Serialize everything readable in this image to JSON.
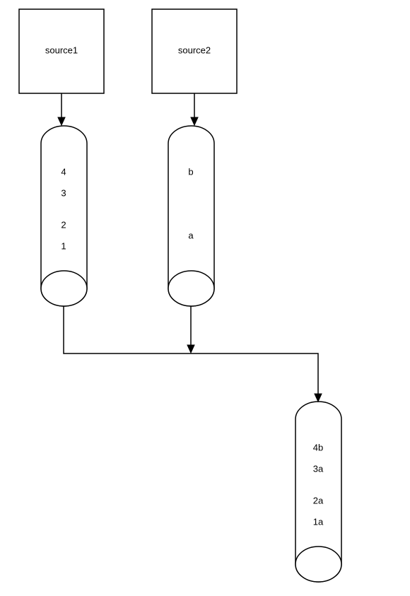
{
  "diagram": {
    "sources": [
      {
        "id": "source1",
        "label": "source1"
      },
      {
        "id": "source2",
        "label": "source2"
      }
    ],
    "queues": [
      {
        "id": "queue1",
        "items": [
          "4",
          "3",
          "2",
          "1"
        ]
      },
      {
        "id": "queue2",
        "items": [
          "b",
          "a"
        ]
      },
      {
        "id": "merged-queue",
        "items": [
          "4b",
          "3a",
          "2a",
          "1a"
        ]
      }
    ],
    "edges": [
      {
        "from": "source1",
        "to": "queue1"
      },
      {
        "from": "source2",
        "to": "queue2"
      },
      {
        "from": "queue1",
        "to": "merged-queue"
      },
      {
        "from": "queue2",
        "to": "merged-queue"
      }
    ],
    "colors": {
      "stroke": "#000000",
      "fill": "#ffffff"
    }
  }
}
